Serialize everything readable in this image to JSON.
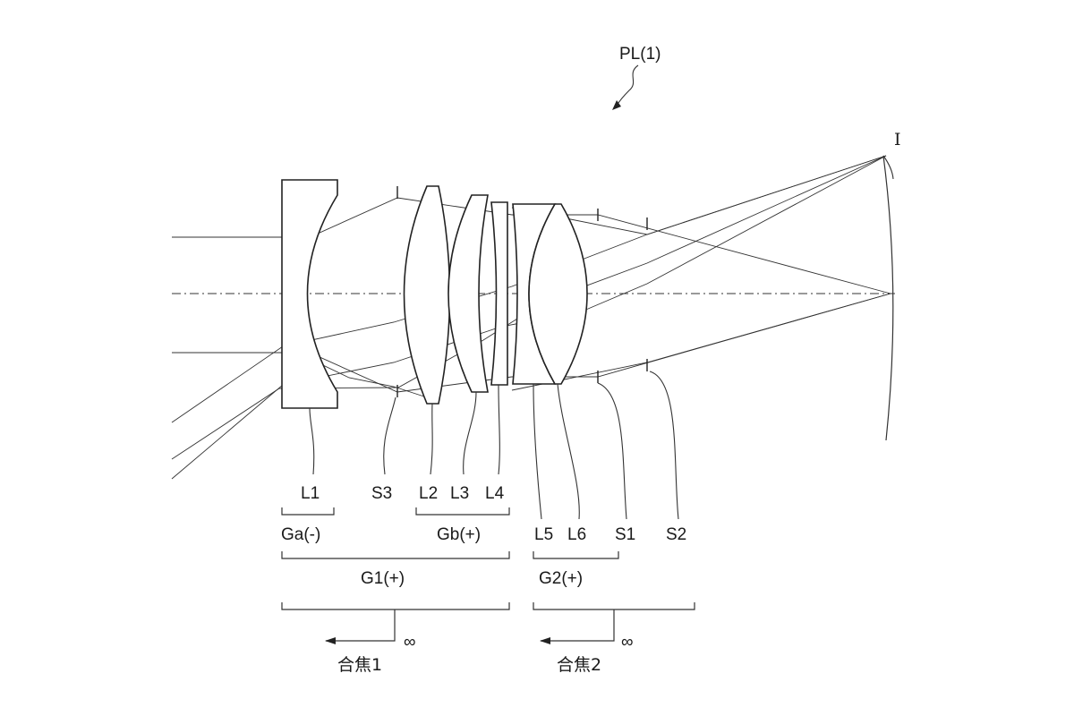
{
  "figure_label": "PL(1)",
  "image_plane_label": "I",
  "elements": {
    "L1": "L1",
    "S3": "S3",
    "L2": "L2",
    "L3": "L3",
    "L4": "L4",
    "L5": "L5",
    "L6": "L6",
    "S1": "S1",
    "S2": "S2"
  },
  "groups": {
    "Ga": "Ga(-)",
    "Gb": "Gb(+)",
    "G1": "G1(+)",
    "G2": "G2(+)"
  },
  "focusing": {
    "f1_symbol": "∞",
    "f1_label": "合焦1",
    "f2_symbol": "∞",
    "f2_label": "合焦2"
  }
}
